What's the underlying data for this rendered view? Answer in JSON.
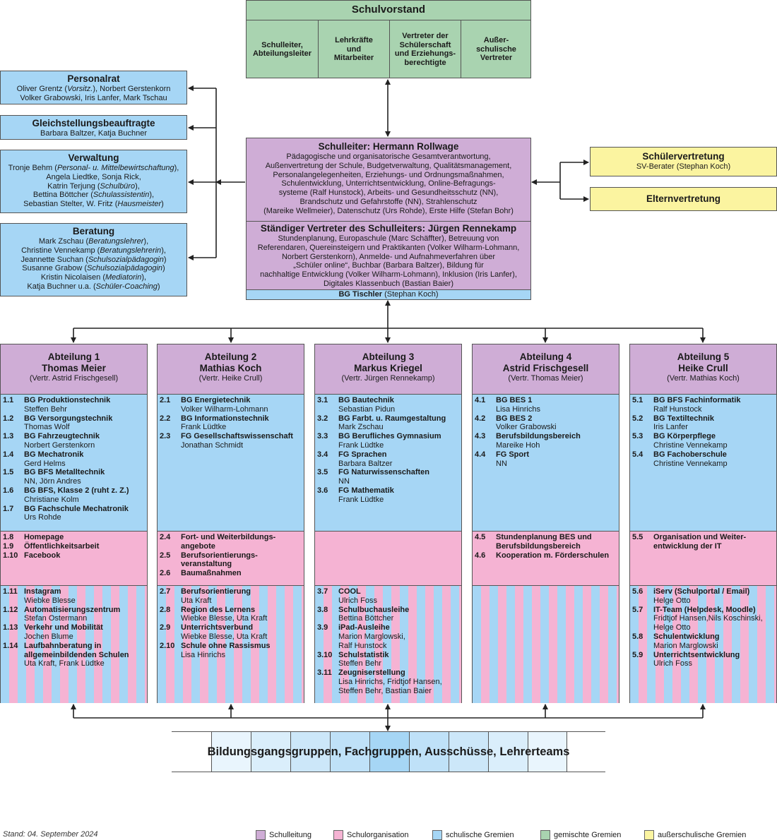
{
  "schulvorstand": {
    "title": "Schulvorstand",
    "cells": [
      "Schulleiter,\nAbteilungsleiter",
      "Lehrkräfte\nund\nMitarbeiter",
      "Vertreter der\nSchülerschaft\nund Erziehungs-\nberechtigte",
      "Außer-\nschulische\nVertreter"
    ]
  },
  "personalrat": {
    "title": "Personalrat",
    "lines": [
      "Oliver Grentz (Vorsitz.), Norbert Gerstenkorn",
      "Volker Grabowski, Iris Lanfer, Mark Tschau"
    ]
  },
  "gleichstellung": {
    "title": "Gleichstellungsbeauftragte",
    "lines": [
      "Barbara Baltzer, Katja Buchner"
    ]
  },
  "verwaltung": {
    "title": "Verwaltung",
    "lines": [
      "Tronje Behm (Personal- u. Mittelbewirtschaftung),",
      "Angela Liedtke, Sonja Rick,",
      "Katrin Terjung (Schulbüro),",
      "Bettina Böttcher (Schulassistentin),",
      "Sebastian Stelter, W. Fritz (Hausmeister)"
    ]
  },
  "beratung": {
    "title": "Beratung",
    "lines": [
      "Mark Zschau (Beratungslehrer),",
      "Christine Vennekamp (Beratungslehrerin),",
      "Jeannette Suchan (Schulsozialpädagogin)",
      "Susanne Grabow (Schulsozialpädagogin)",
      "Kristin Nicolaisen (Mediatorin),",
      "Katja Buchner u.a. (Schüler-Coaching)"
    ]
  },
  "schulleiter": {
    "title": "Schulleiter: Hermann Rollwage",
    "lines": [
      "Pädagogische und organisatorische Gesamtverantwortung,",
      "Außenvertretung der Schule, Budgetverwaltung, Qualitätsmanagement,",
      "Personalangelegenheiten, Erziehungs- und Ordnungsmaßnahmen,",
      "Schulentwicklung, Unterrichtsentwicklung, Online-Befragungs-",
      "systeme (Ralf Hunstock), Arbeits- und Gesundheitsschutz (NN),",
      "Brandschutz und Gefahrstoffe (NN), Strahlenschutz",
      "(Mareike Wellmeier), Datenschutz (Urs Rohde), Erste Hilfe (Stefan Bohr)"
    ]
  },
  "vertreter": {
    "title": "Ständiger Vertreter des Schulleiters: Jürgen Rennekamp",
    "lines": [
      "Stundenplanung, Europaschule (Marc Schäffter),  Betreuung von",
      "Referendaren, Quereinsteigern und Praktikanten (Volker Wilharm-Lohmann,",
      "Norbert Gerstenkorn),  Anmelde- und Aufnahmeverfahren über",
      "„Schüler online“, Buchbar (Barbara Baltzer), Bildung für",
      "nachhaltige Entwicklung (Volker Wilharm-Lohmann), Inklusion (Iris Lanfer),",
      "Digitales Klassenbuch (Bastian Baier)"
    ]
  },
  "tischler": {
    "bold": "BG Tischler",
    "rest": " (Stephan Koch)"
  },
  "schuelervertretung": {
    "title": "Schülervertretung",
    "sub": "SV-Berater (Stephan Koch)"
  },
  "elternvertretung": {
    "title": "Elternvertretung"
  },
  "departments": [
    {
      "title": "Abteilung 1",
      "head": "Thomas Meier",
      "deputy": "(Vertr. Astrid Frischgesell)",
      "blue": [
        [
          "1.1",
          "BG Produktionstechnik",
          "Steffen Behr"
        ],
        [
          "1.2",
          "BG Versorgungstechnik",
          "Thomas Wolf"
        ],
        [
          "1.3",
          "BG Fahrzeugtechnik",
          "Norbert Gerstenkorn"
        ],
        [
          "1.4",
          "BG Mechatronik",
          "Gerd Helms"
        ],
        [
          "1.5",
          "BG BFS Metalltechnik",
          "NN, Jörn Andres"
        ],
        [
          "1.6",
          "BG BFS, Klasse 2 (ruht z. Z.)",
          "Christiane Kolm"
        ],
        [
          "1.7",
          "BG Fachschule Mechatronik",
          "Urs Rohde"
        ]
      ],
      "pink": [
        [
          "1.8",
          "Homepage",
          ""
        ],
        [
          "1.9",
          "Öffentlichkeitsarbeit",
          ""
        ],
        [
          "1.10",
          "Facebook",
          ""
        ]
      ],
      "striped": [
        [
          "1.11",
          "Instagram",
          "Wiebke Blesse"
        ],
        [
          "1.12",
          "Automatisierungszentrum",
          "Stefan Ostermann"
        ],
        [
          "1.13",
          "Verkehr und Mobilität",
          "Jochen Blume"
        ],
        [
          "1.14",
          "Laufbahnberatung in\nallgemeinbildenden Schulen",
          "Uta Kraft, Frank Lüdtke"
        ]
      ]
    },
    {
      "title": "Abteilung 2",
      "head": "Mathias Koch",
      "deputy": "(Vertr. Heike Crull)",
      "blue": [
        [
          "2.1",
          "BG Energietechnik",
          "Volker Wilharm-Lohmann"
        ],
        [
          "2.2",
          "BG Informationstechnik",
          "Frank Lüdtke"
        ],
        [
          "2.3",
          "FG Gesellschaftswissenschaft",
          "Jonathan Schmidt"
        ]
      ],
      "pink": [
        [
          "2.4",
          "Fort- und Weiterbildungs-\nangebote",
          ""
        ],
        [
          "2.5",
          "Berufsorientierungs-\nveranstaltung",
          ""
        ],
        [
          "2.6",
          "Baumaßnahmen",
          ""
        ]
      ],
      "striped": [
        [
          "2.7",
          "Berufsorientierung",
          "Uta Kraft"
        ],
        [
          "2.8",
          "Region des Lernens",
          "Wiebke Blesse, Uta Kraft"
        ],
        [
          "2.9",
          "Unterrichtsverbund",
          "Wiebke Blesse, Uta Kraft"
        ],
        [
          "2.10",
          "Schule ohne Rassismus",
          "Lisa Hinrichs"
        ]
      ]
    },
    {
      "title": "Abteilung 3",
      "head": "Markus Kriegel",
      "deputy": "(Vertr. Jürgen Rennekamp)",
      "blue": [
        [
          "3.1",
          "BG Bautechnik",
          "Sebastian Pidun"
        ],
        [
          "3.2",
          "BG Farbt. u. Raumgestaltung",
          "Mark Zschau"
        ],
        [
          "3.3",
          "BG Berufliches Gymnasium",
          "Frank Lüdtke"
        ],
        [
          "3.4",
          "FG Sprachen",
          "Barbara Baltzer"
        ],
        [
          "3.5",
          "FG Naturwissenschaften",
          "NN"
        ],
        [
          "3.6",
          "FG Mathematik",
          "Frank Lüdtke"
        ]
      ],
      "pink": [],
      "striped": [
        [
          "3.7",
          "COOL",
          "Ulrich Foss"
        ],
        [
          "3.8",
          "Schulbuchausleihe",
          "Bettina Böttcher"
        ],
        [
          "3.9",
          "iPad-Ausleihe",
          "Marion Marglowski,\nRalf Hunstock"
        ],
        [
          "3.10",
          "Schulstatistik",
          "Steffen Behr"
        ],
        [
          "3.11",
          "Zeugniserstellung",
          "Lisa Hinrichs, Fridtjof Hansen,\nSteffen Behr, Bastian Baier"
        ]
      ]
    },
    {
      "title": "Abteilung 4",
      "head": "Astrid Frischgesell",
      "deputy": "(Vertr. Thomas Meier)",
      "blue": [
        [
          "4.1",
          "BG BES 1",
          "Lisa Hinrichs"
        ],
        [
          "4.2",
          "BG BES 2",
          "Volker Grabowski"
        ],
        [
          "4.3",
          "Berufsbildungsbereich",
          "Mareike Hoh"
        ],
        [
          "4.4",
          "FG Sport",
          "NN"
        ]
      ],
      "pink": [
        [
          "4.5",
          "Stundenplanung BES und\nBerufsbildungsbereich",
          ""
        ],
        [
          "4.6",
          "Kooperation m. Förderschulen",
          ""
        ]
      ],
      "striped": []
    },
    {
      "title": "Abteilung 5",
      "head": "Heike Crull",
      "deputy": "(Vertr. Mathias Koch)",
      "blue": [
        [
          "5.1",
          "BG BFS Fachinformatik",
          "Ralf Hunstock"
        ],
        [
          "5.2",
          "BG Textiltechnik",
          "Iris Lanfer"
        ],
        [
          "5.3",
          "BG Körperpflege",
          "Christine Vennekamp"
        ],
        [
          "5.4",
          "BG Fachoberschule",
          "Christine Vennekamp"
        ]
      ],
      "pink": [
        [
          "5.5",
          "Organisation und Weiter-\nentwicklung der IT",
          ""
        ]
      ],
      "striped": [
        [
          "5.6",
          "iServ (Schulportal / Email)",
          "Helge Otto"
        ],
        [
          "5.7",
          "IT-Team (Helpdesk, Moodle)",
          "Fridtjof Hansen,Nils Koschinski,\nHelge Otto"
        ],
        [
          "5.8",
          "Schulentwicklung",
          "Marion Marglowski"
        ],
        [
          "5.9",
          "Unterrichtsentwicklung",
          "Ulrich Foss"
        ]
      ]
    }
  ],
  "bottom": {
    "title": "Bildungsgangsgruppen, Fachgruppen, Ausschüsse, Lehrerteams"
  },
  "stand": "Stand: 04. September 2024",
  "legend": [
    {
      "label": "Schulleitung",
      "color": "#cfadd6"
    },
    {
      "label": "Schulorganisation",
      "color": "#f5b3d3"
    },
    {
      "label": "schulische Gremien",
      "color": "#a6d6f5"
    },
    {
      "label": "gemischte Gremien",
      "color": "#a9d3b0"
    },
    {
      "label": "außerschulische Gremien",
      "color": "#fbf4a0"
    }
  ]
}
